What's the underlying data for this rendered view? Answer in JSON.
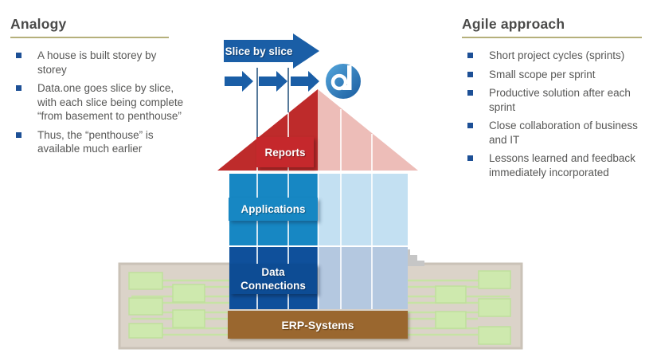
{
  "left_panel": {
    "title": "Analogy",
    "bullets": [
      {
        "text": "A house is built storey by\nstorey"
      },
      {
        "text": "Data.one goes slice by slice,\nwith each slice being complete\n“from basement to penthouse”"
      },
      {
        "text": "Thus, the “penthouse” is\navailable much earlier"
      }
    ]
  },
  "right_panel": {
    "title": "Agile approach",
    "bullets": [
      {
        "text": "Short project cycles (sprints)"
      },
      {
        "text": "Small scope per sprint"
      },
      {
        "text": "Productive solution after each\nsprint"
      },
      {
        "text": "Close collaboration of business\nand IT"
      },
      {
        "text": "Lessons learned and feedback\nimmediately incorporated"
      }
    ]
  },
  "diagram": {
    "slice_arrow_label": "Slice by slice",
    "logo_name": "data.one logo",
    "layers": [
      {
        "label": "Reports",
        "color": "#c5282c"
      },
      {
        "label": "Applications",
        "color": "#1787c3"
      },
      {
        "label": "Data\nConnections",
        "color": "#0d4c94"
      },
      {
        "label": "ERP-Systems",
        "color": "#9a672f"
      }
    ],
    "house": {
      "roof_solid_color": "#be2b2b",
      "roof_faded_color": "#edbdb8",
      "body_upper_faded_color": "#c3e0f2",
      "body_lower_faded_color": "#b4c8e0",
      "arrow_color": "#1a5ea6"
    }
  },
  "icons": {
    "bullet": "square-bullet-icon",
    "big_arrow": "right-block-arrow-icon",
    "small_arrows": "small-right-arrow-icon x3",
    "logo": "data-one-circle-logo",
    "background": "circuit-board-graphic",
    "stairs": "stairs-steps"
  },
  "colors": {
    "heading_text": "#4a4a49",
    "body_text": "#575756",
    "heading_rule": "#b5b07b",
    "bullet_square": "#1d5096"
  }
}
